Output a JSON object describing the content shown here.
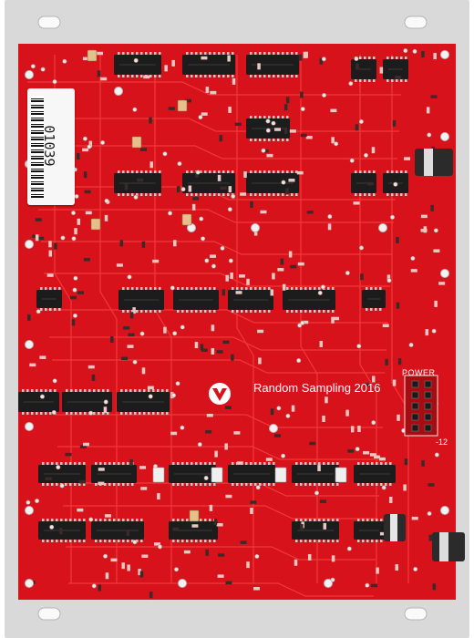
{
  "board": {
    "title": "Random Sampling 2016",
    "power_label": "POWER",
    "rail_label": "-12",
    "sticker_number": "01039"
  },
  "colors": {
    "panel": "#d9d9d9",
    "pcb": "#d8121a",
    "trace": "#ef3a3a",
    "chip": "#1c1c1c",
    "pad": "#e9c7c2",
    "silk": "#f3e2e2"
  },
  "icons": [
    "logo-icon",
    "mounting-hole-icon"
  ]
}
